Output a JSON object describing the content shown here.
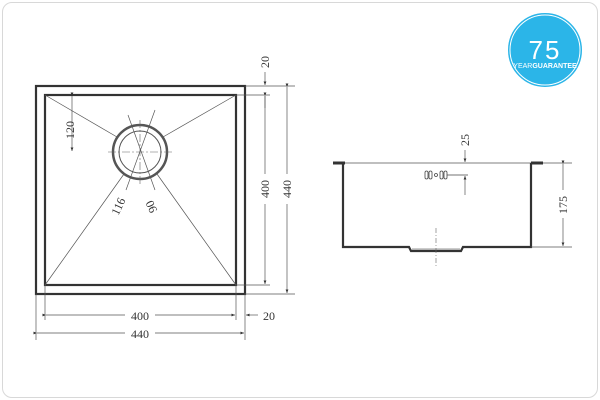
{
  "logo": {
    "number": "75",
    "text_light": "YEAR",
    "text_bold": "GUARANTEE",
    "color": "#2bb5e8"
  },
  "top_view": {
    "dim_width_inner": "400",
    "dim_width_outer": "440",
    "dim_rim_right": "20",
    "dim_rim_top": "20",
    "dim_height_inner": "400",
    "dim_height_outer": "440",
    "dim_drain_offset": "120",
    "dim_drain_outer": "116",
    "dim_drain_inner": "90"
  },
  "side_view": {
    "dim_depth": "175",
    "dim_overflow": "25"
  }
}
